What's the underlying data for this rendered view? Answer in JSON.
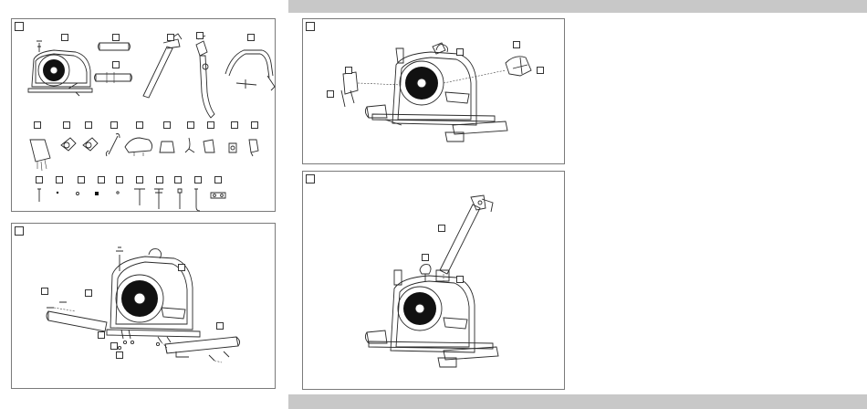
{
  "panels": [
    {
      "id": "p1",
      "number": ""
    },
    {
      "id": "p2",
      "number": ""
    },
    {
      "id": "p3",
      "number": ""
    },
    {
      "id": "p4",
      "number": ""
    }
  ],
  "colors": {
    "band": "#c8c8c8",
    "frame": "#7a7a7a",
    "ink": "#222222"
  },
  "icons": [
    "exercise-bike-icon",
    "tube-icon",
    "seat-post-icon",
    "handlebar-post-icon",
    "handlebar-icon",
    "screw-icon",
    "bolt-icon",
    "washer-icon",
    "nut-icon",
    "pedal-icon",
    "seat-icon",
    "knob-icon",
    "console-icon",
    "wrench-icon"
  ]
}
